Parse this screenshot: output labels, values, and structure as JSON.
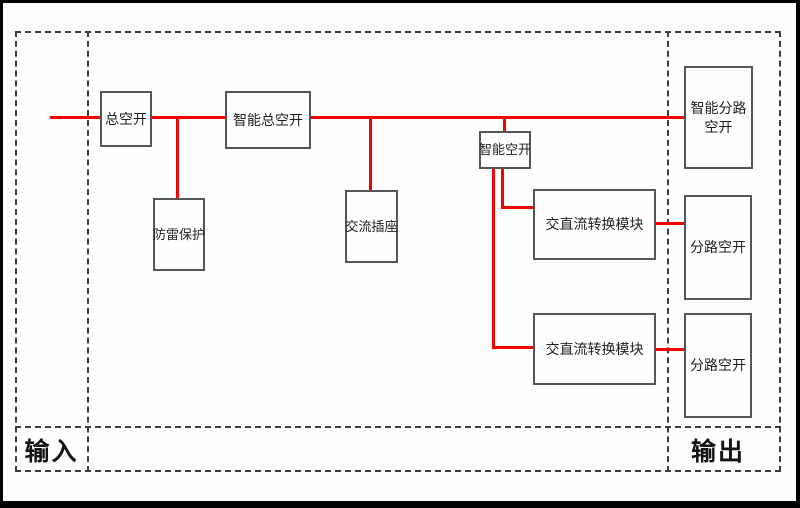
{
  "zones": {
    "input_label": "输入",
    "output_label": "输出"
  },
  "nodes": {
    "main_breaker": "总空开",
    "smart_main_breaker": "智能总空开",
    "lightning_protection": "防雷保护",
    "ac_socket": "交流插座",
    "smart_breaker": "智能空开",
    "acdc_module_1": "交直流转换模块",
    "acdc_module_2": "交直流转换模块",
    "smart_branch_breaker_line1": "智能分路",
    "smart_branch_breaker_line2": "空开",
    "branch_breaker_1": "分路空开",
    "branch_breaker_2": "分路空开"
  },
  "colors": {
    "wire": "#f40000",
    "box_border": "#565656",
    "dashed_frame": "#3d3d3d",
    "text": "#1f1f1f",
    "outer_border": "#000000",
    "background": "#ffffff"
  }
}
